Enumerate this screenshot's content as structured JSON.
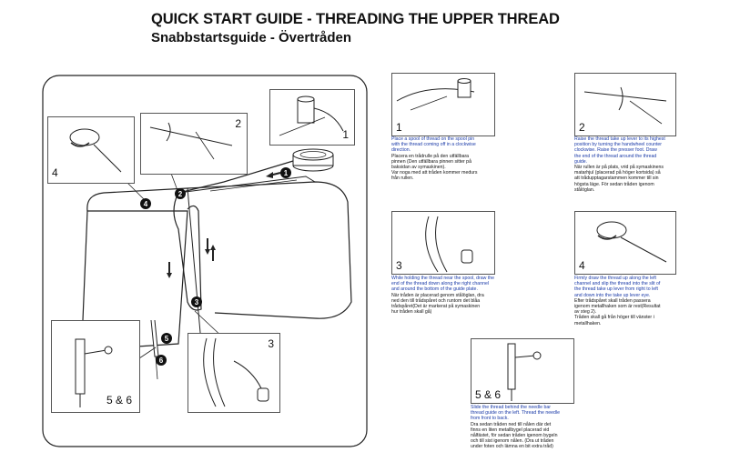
{
  "header": {
    "title": "QUICK START GUIDE - THREADING THE UPPER THREAD",
    "subtitle": "Snabbstartsguide - Övertråden"
  },
  "main_diagram": {
    "callouts": {
      "c1": "1",
      "c2": "2",
      "c3": "3",
      "c4": "4",
      "c56": "5 & 6"
    },
    "markers": [
      "1",
      "2",
      "3",
      "4",
      "5",
      "6"
    ]
  },
  "steps": [
    {
      "number": "1",
      "caption_en": [
        "Place a spool of thread on the spool pin",
        "with the thread coming off in a clockwise",
        "direction."
      ],
      "caption_sv": [
        "Placera en trådrulle på den utfällbara",
        "pinnen (Den utfällbara pinnen sitter på",
        "baksidan av symaskinen).",
        "Var noga med att tråden kommer medurs",
        "från rullen."
      ]
    },
    {
      "number": "2",
      "caption_en": [
        "Raise the thread take up lever to its highest",
        "position by turning the handwheel counter",
        "clockwise.  Raise the presser foot.  Draw",
        "the end of the thread around the thread",
        "guide."
      ],
      "caption_sv": [
        "När rullen är på plats, vrid på symaskinens",
        "matarhjul (placerad på höger kortsida) så",
        "att trådupptagarstammen kommer till sin",
        "högsta läge. För sedan tråden igenom",
        "stålöglan."
      ]
    },
    {
      "number": "3",
      "caption_en": [
        "While holding the thread near the spool, draw the",
        "end of the thread down along the right channel",
        "and around the bottom of the guide plate."
      ],
      "caption_sv": [
        "När tråden är placerad genom stålöglan, dra",
        "ned den till trådspåret och runtom det blåa",
        "trådspåret(Det är markerat på symaskinen",
        "hur tråden skall gå)"
      ]
    },
    {
      "number": "4",
      "caption_en": [
        "Firmly draw the thread up along the left",
        "channel and slip the thread into the slit of",
        "the thread take up lever from right to left",
        "and down into the take up lever eye."
      ],
      "caption_sv": [
        "Efter trådspåret skall tråden passera",
        "igenom metallhaken som är rest(Resultat",
        "av steg 2).",
        "Tråden skall gå från höger till vänster i",
        "metallhaken."
      ]
    },
    {
      "number": "5 & 6",
      "caption_en": [
        "Slide the thread behind the needle bar",
        "thread guide on the left.  Thread the needle",
        "from front to back."
      ],
      "caption_sv": [
        "Dra sedan tråden ned till nålen där det",
        "finns en liten metallbygel placerad vid",
        "nålfästet, för sedan tråden igenom bygeln",
        "och till sist igenom nålen. (Dra ut tråden",
        "under foten och lämna en bit extra tråd)"
      ]
    }
  ]
}
